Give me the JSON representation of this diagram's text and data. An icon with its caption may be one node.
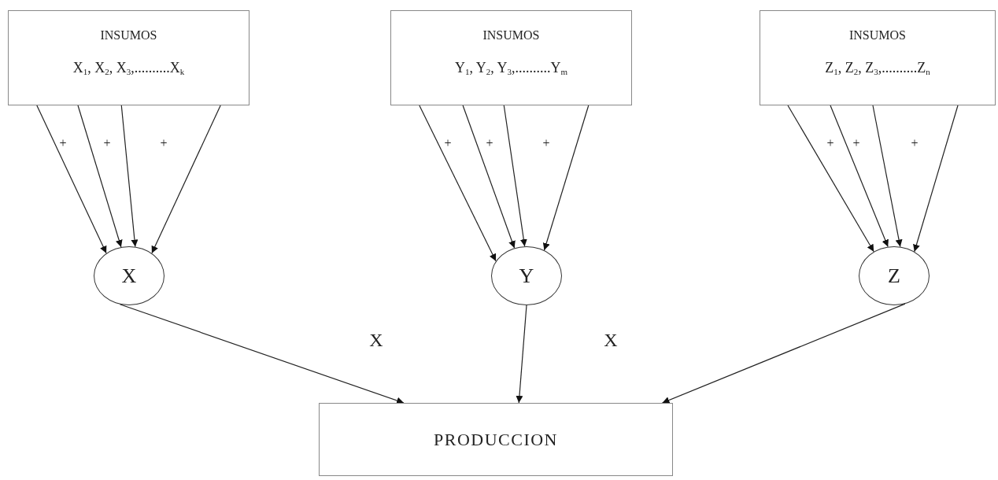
{
  "diagram": {
    "nodes": [
      {
        "text": [
          "INSUMOS",
          "X$_{1}$, X$_{2}$, X$_{3}$,..........X$_{k}$"
        ]
      },
      {
        "text": [
          "INSUMOS",
          "Y$_{1}$, Y$_{2}$, Y$_{3}$,..........Y$_{m}$"
        ]
      },
      {
        "text": [
          "INSUMOS",
          "Z$_{1}$, Z$_{2}$, Z$_{3}$,..........Z$_{n}$"
        ]
      },
      {
        "text": [
          "X"
        ]
      },
      {
        "text": [
          "Y"
        ]
      },
      {
        "text": [
          "Z"
        ]
      },
      {
        "text": [
          "PRODUCCION"
        ]
      }
    ],
    "edges": [
      {
        "from": 0,
        "to": 3,
        "arrow": "to"
      },
      {
        "from": 0,
        "to": 3,
        "arrow": "to"
      },
      {
        "from": 0,
        "to": 3,
        "arrow": "to"
      },
      {
        "from": 0,
        "to": 3,
        "arrow": "to"
      },
      {
        "from": 1,
        "to": 4,
        "arrow": "to"
      },
      {
        "from": 1,
        "to": 4,
        "arrow": "to"
      },
      {
        "from": 1,
        "to": 4,
        "arrow": "to"
      },
      {
        "from": 1,
        "to": 4,
        "arrow": "to"
      },
      {
        "from": 2,
        "to": 5,
        "arrow": "to"
      },
      {
        "from": 2,
        "to": 5,
        "arrow": "to"
      },
      {
        "from": 2,
        "to": 5,
        "arrow": "to"
      },
      {
        "from": 2,
        "to": 5,
        "arrow": "to"
      },
      {
        "from": 3,
        "to": 6,
        "arrow": "to"
      },
      {
        "from": 4,
        "to": 6,
        "arrow": "to"
      },
      {
        "from": 5,
        "to": 6,
        "arrow": "to"
      }
    ],
    "labels": [
      "+",
      "+",
      "+",
      "+",
      "+",
      "+",
      "+",
      "+",
      "+",
      "X",
      "X"
    ]
  }
}
